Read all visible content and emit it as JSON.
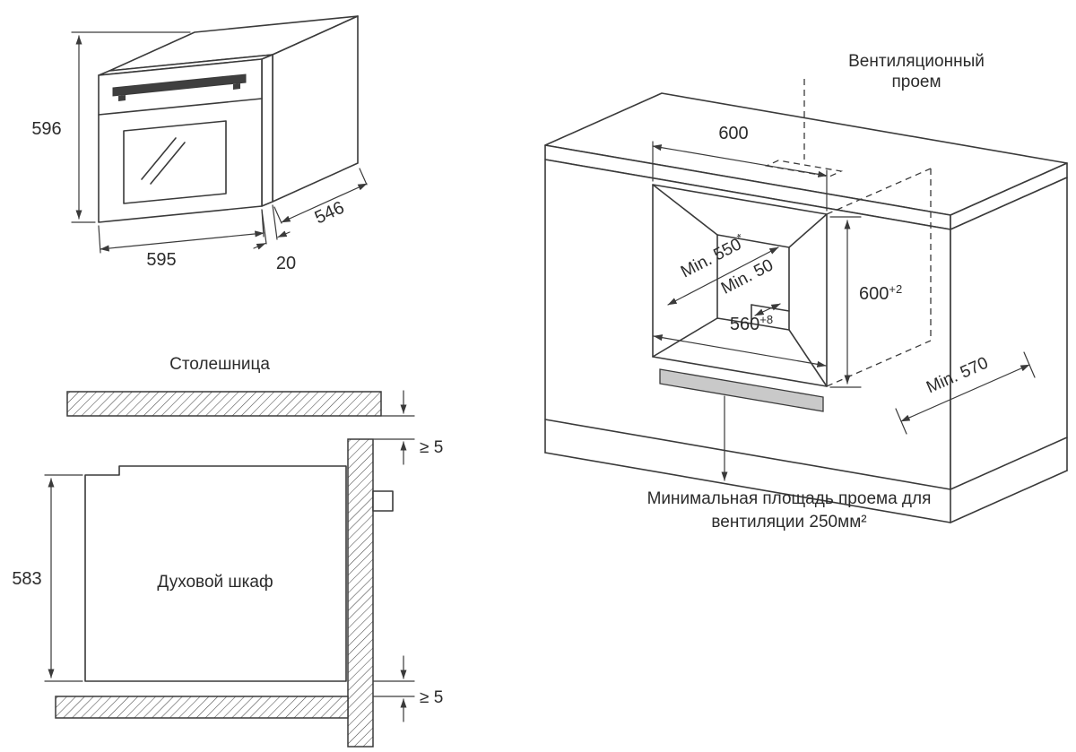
{
  "oven": {
    "height": "596",
    "width": "595",
    "depth": "546",
    "door_overhang": "20"
  },
  "section": {
    "countertop_label": "Столешница",
    "oven_label": "Духовой шкаф",
    "niche_height": "583",
    "gap_top": "≥ 5",
    "gap_bottom": "≥ 5"
  },
  "cabinet": {
    "vent_opening": {
      "line1": "Вентиляционный",
      "line2": "проем"
    },
    "top_width": "600",
    "depth_min": {
      "base": "Min. 550",
      "sup": "*"
    },
    "back_gap": "Min. 50",
    "niche_height": {
      "base": "600",
      "sup": "+2"
    },
    "niche_width": {
      "base": "560",
      "sup": "+8"
    },
    "cabinet_depth": "Min. 570",
    "vent_area": {
      "line1": "Минимальная площадь проема для",
      "line2": "вентиляции 250мм²"
    }
  },
  "colors": {
    "line": "#3a3a3a",
    "text": "#2b2b2b",
    "vent_strip": "#c9c9c9",
    "handle": "#3f3f3f"
  }
}
